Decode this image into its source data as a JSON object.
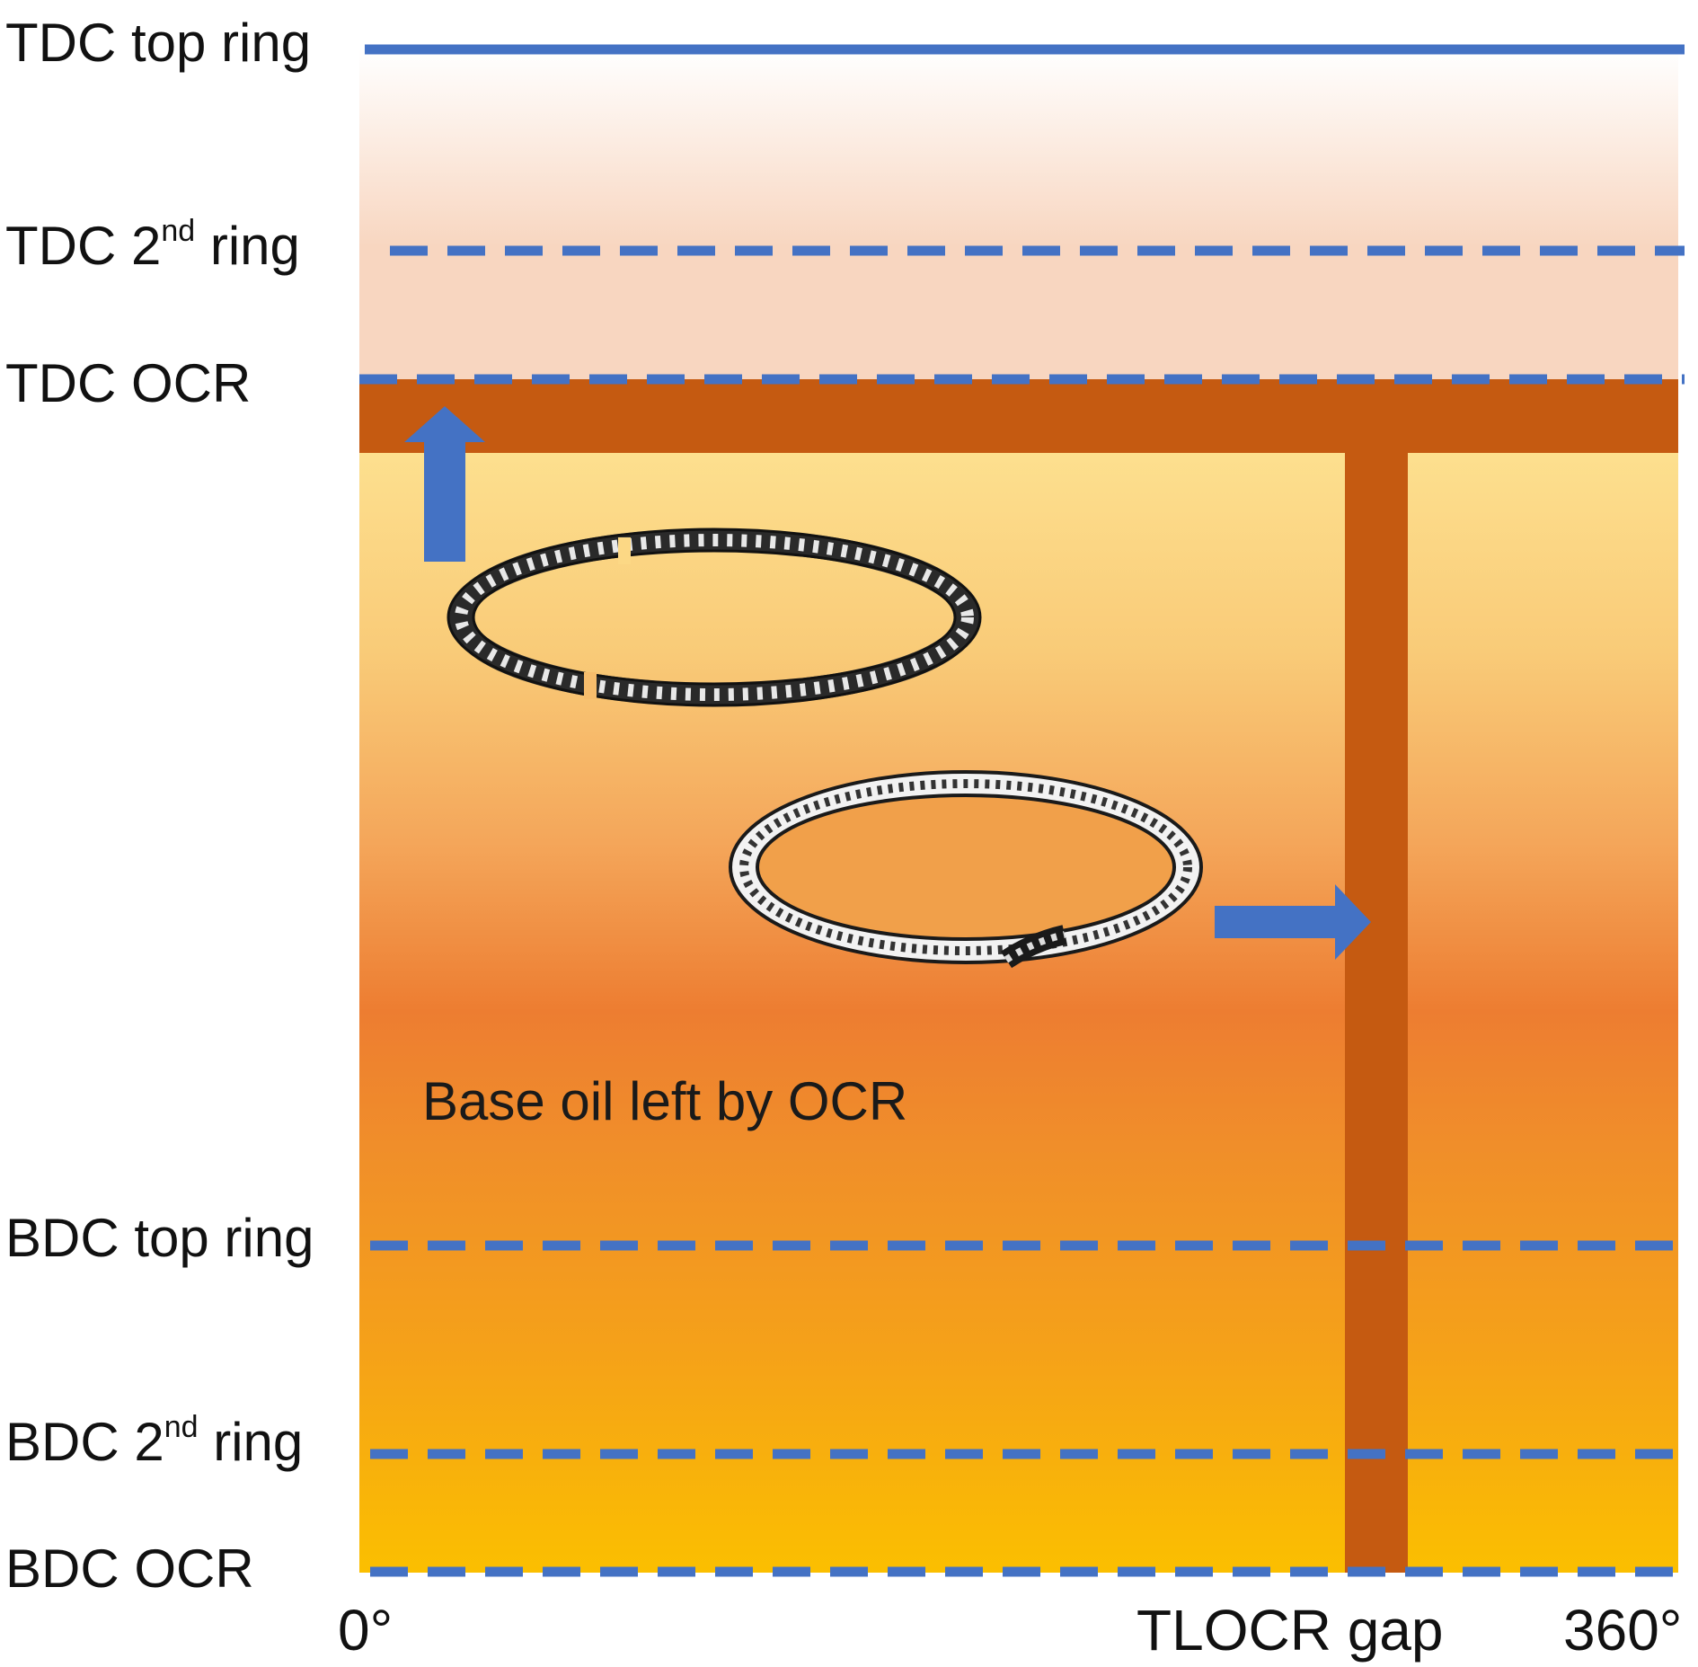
{
  "left_labels": {
    "tdc_top_ring": "TDC  top ring",
    "tdc_2nd_ring": {
      "pre": "TDC 2",
      "sup": "nd",
      "post": " ring"
    },
    "tdc_ocr": "TDC OCR",
    "bdc_top_ring": "BDC top ring",
    "bdc_2nd_ring": {
      "pre": "BDC 2",
      "sup": "nd",
      "post": " ring"
    },
    "bdc_ocr": "BDC OCR"
  },
  "annotation": "Base oil left by OCR",
  "axis": {
    "start": "0°",
    "gap": "TLOCR gap",
    "end": "360°"
  },
  "colors": {
    "line_blue": "#4472C4",
    "arrow_blue": "#4472C4",
    "oil_band": "#C55A11",
    "upper_zone": "#F8D6C0",
    "gradient_top": "#FDE08F",
    "gradient_mid": "#ED7D31",
    "gradient_bottom": "#FBBF00"
  },
  "icons": [
    "oil-control-ring-icon",
    "oil-control-ring-icon"
  ]
}
